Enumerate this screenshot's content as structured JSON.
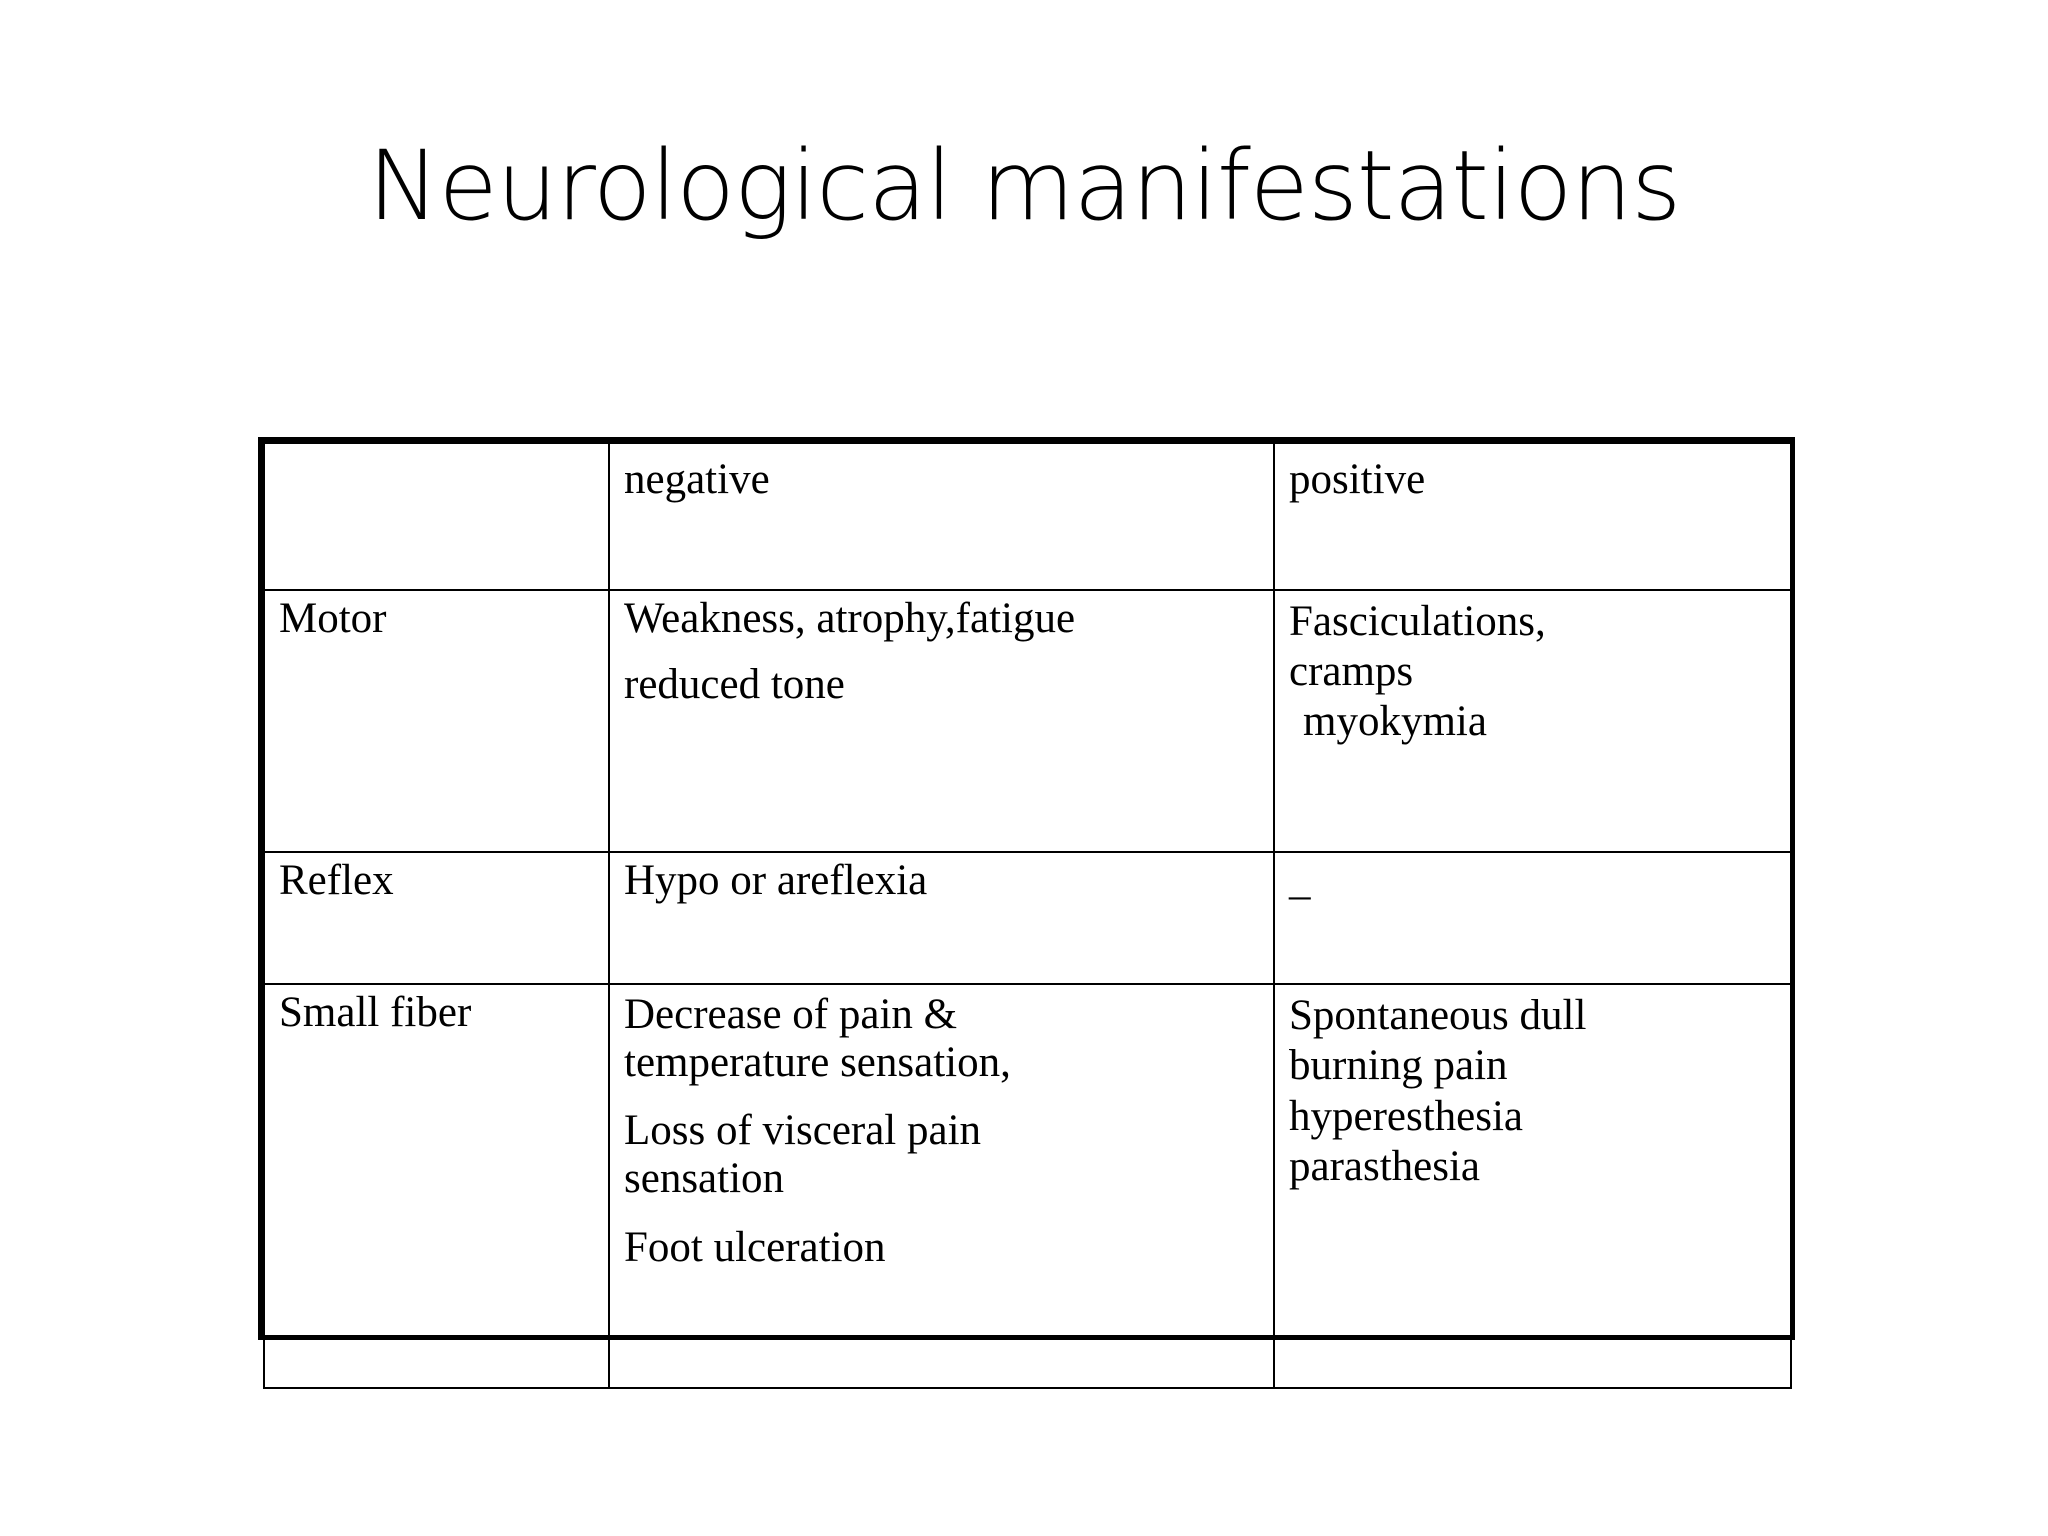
{
  "slide": {
    "title": "Neurological manifestations",
    "background_color": "#ffffff",
    "text_color": "#000000"
  },
  "table": {
    "border_color": "#000000",
    "headers": {
      "corner": "",
      "negative": "negative",
      "positive": "positive"
    },
    "rows": [
      {
        "category": "Motor",
        "negative_lines": [
          "Weakness, atrophy,fatigue",
          "reduced tone"
        ],
        "positive_lines": [
          "Fasciculations,",
          "cramps",
          " myokymia"
        ]
      },
      {
        "category": "Reflex",
        "negative_lines": [
          "Hypo or areflexia"
        ],
        "positive_lines": [
          "_"
        ]
      },
      {
        "category": "Small fiber",
        "negative_lines": [
          "Decrease of pain &",
          "temperature sensation,",
          "Loss of visceral pain",
          "sensation",
          "Foot ulceration"
        ],
        "positive_lines": [
          "Spontaneous dull",
          "burning pain",
          "hyperesthesia",
          "parasthesia"
        ]
      }
    ]
  }
}
